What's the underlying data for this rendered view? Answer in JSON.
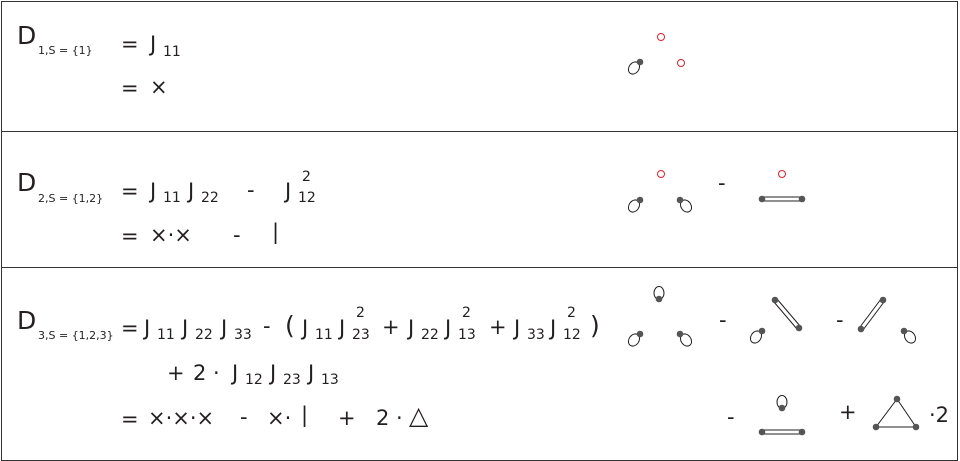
{
  "d1": {
    "lhs": "D",
    "lhs_sub": "1,S = {1}",
    "eq1": "=",
    "j": "J",
    "j_sub": "11",
    "eq2": "=",
    "line2": "×"
  },
  "d2": {
    "lhs": "D",
    "lhs_sub": "2,S = {1,2}",
    "eq1": "=",
    "t1": "J",
    "t1_sub": "11",
    "t2": "J",
    "t2_sub": "22",
    "minus": "-",
    "t3": "J",
    "t3_sub": "12",
    "t3_sup": "2",
    "eq2": "=",
    "line2": "×·×",
    "minus2": "-",
    "bar": "|",
    "dminus": "-"
  },
  "d3": {
    "lhs": "D",
    "lhs_sub": "3,S = {1,2,3}",
    "eq1": "=",
    "a1": "J",
    "a1_sub": "11",
    "a2": "J",
    "a2_sub": "22",
    "a3": "J",
    "a3_sub": "33",
    "minus": "-",
    "lparen": "(",
    "b1": "J",
    "b1_sub": "11",
    "b2": "J",
    "b2_sub": "23",
    "b2_sup": "2",
    "plus1": "+",
    "b3": "J",
    "b3_sub": "22",
    "b4": "J",
    "b4_sub": "13",
    "b4_sup": "2",
    "plus2": "+",
    "b5": "J",
    "b5_sub": "33",
    "b6": "J",
    "b6_sub": "12",
    "b6_sup": "2",
    "rparen": ")",
    "l2_plus": "+",
    "l2_two": "2 ·",
    "c1": "J",
    "c1_sub": "12",
    "c2": "J",
    "c2_sub": "23",
    "c3": "J",
    "c3_sub": "13",
    "eq3": "=",
    "l3_text": "×·×·×",
    "l3_minus": "-",
    "l3_cross": "×·",
    "l3_bar": "|",
    "l3_plus": "+",
    "l3_two": "2 ·",
    "l3_tri": "△",
    "dm1": "-",
    "dm2": "-",
    "dm3": "-",
    "dplus": "+",
    "dmult": "·2"
  },
  "colors": {
    "ink": "#231f20",
    "node": "#555555",
    "red": "#e8202a"
  }
}
